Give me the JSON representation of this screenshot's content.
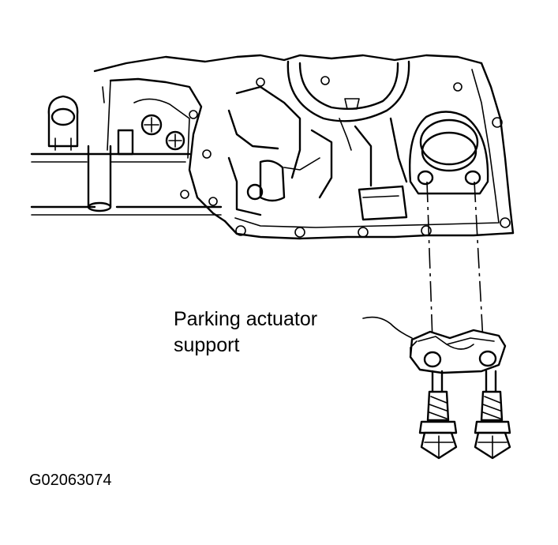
{
  "label": {
    "line1": "Parking actuator",
    "line2": "support"
  },
  "figure_code": "G02063074"
}
